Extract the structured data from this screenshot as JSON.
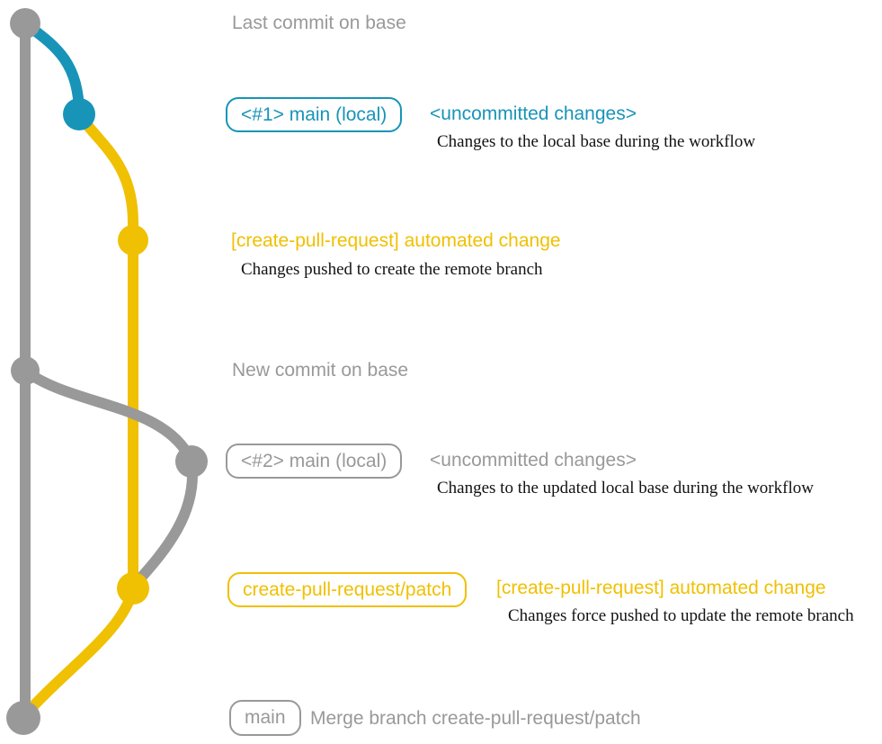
{
  "diagram": {
    "description": "Git branch workflow diagram for the create-pull-request action",
    "colors": {
      "base_gray": "#999999",
      "local_blue": "#1894b8",
      "remote_yellow": "#f0c002",
      "note_text": "#121212",
      "background": "#ffffff"
    },
    "rows": [
      {
        "id": "last-commit",
        "color": "gray",
        "label": "Last commit on base"
      },
      {
        "id": "main-local-1",
        "color": "blue",
        "badge": "<#1> main (local)",
        "title": "<uncommitted changes>",
        "desc": "Changes to the local base during the workflow"
      },
      {
        "id": "automated-change-1",
        "color": "yellow",
        "title": "[create-pull-request] automated change",
        "desc": "Changes pushed to create the remote branch"
      },
      {
        "id": "new-commit",
        "color": "gray",
        "label": "New commit on base"
      },
      {
        "id": "main-local-2",
        "color": "gray",
        "badge": "<#2> main (local)",
        "title": "<uncommitted changes>",
        "desc": "Changes to the updated local base during the workflow"
      },
      {
        "id": "automated-change-2",
        "color": "yellow",
        "badge": "create-pull-request/patch",
        "title": "[create-pull-request] automated change",
        "desc": "Changes force pushed to update the remote branch"
      },
      {
        "id": "merge-commit",
        "color": "gray",
        "badge": "main",
        "title": "Merge branch create-pull-request/patch"
      }
    ]
  }
}
